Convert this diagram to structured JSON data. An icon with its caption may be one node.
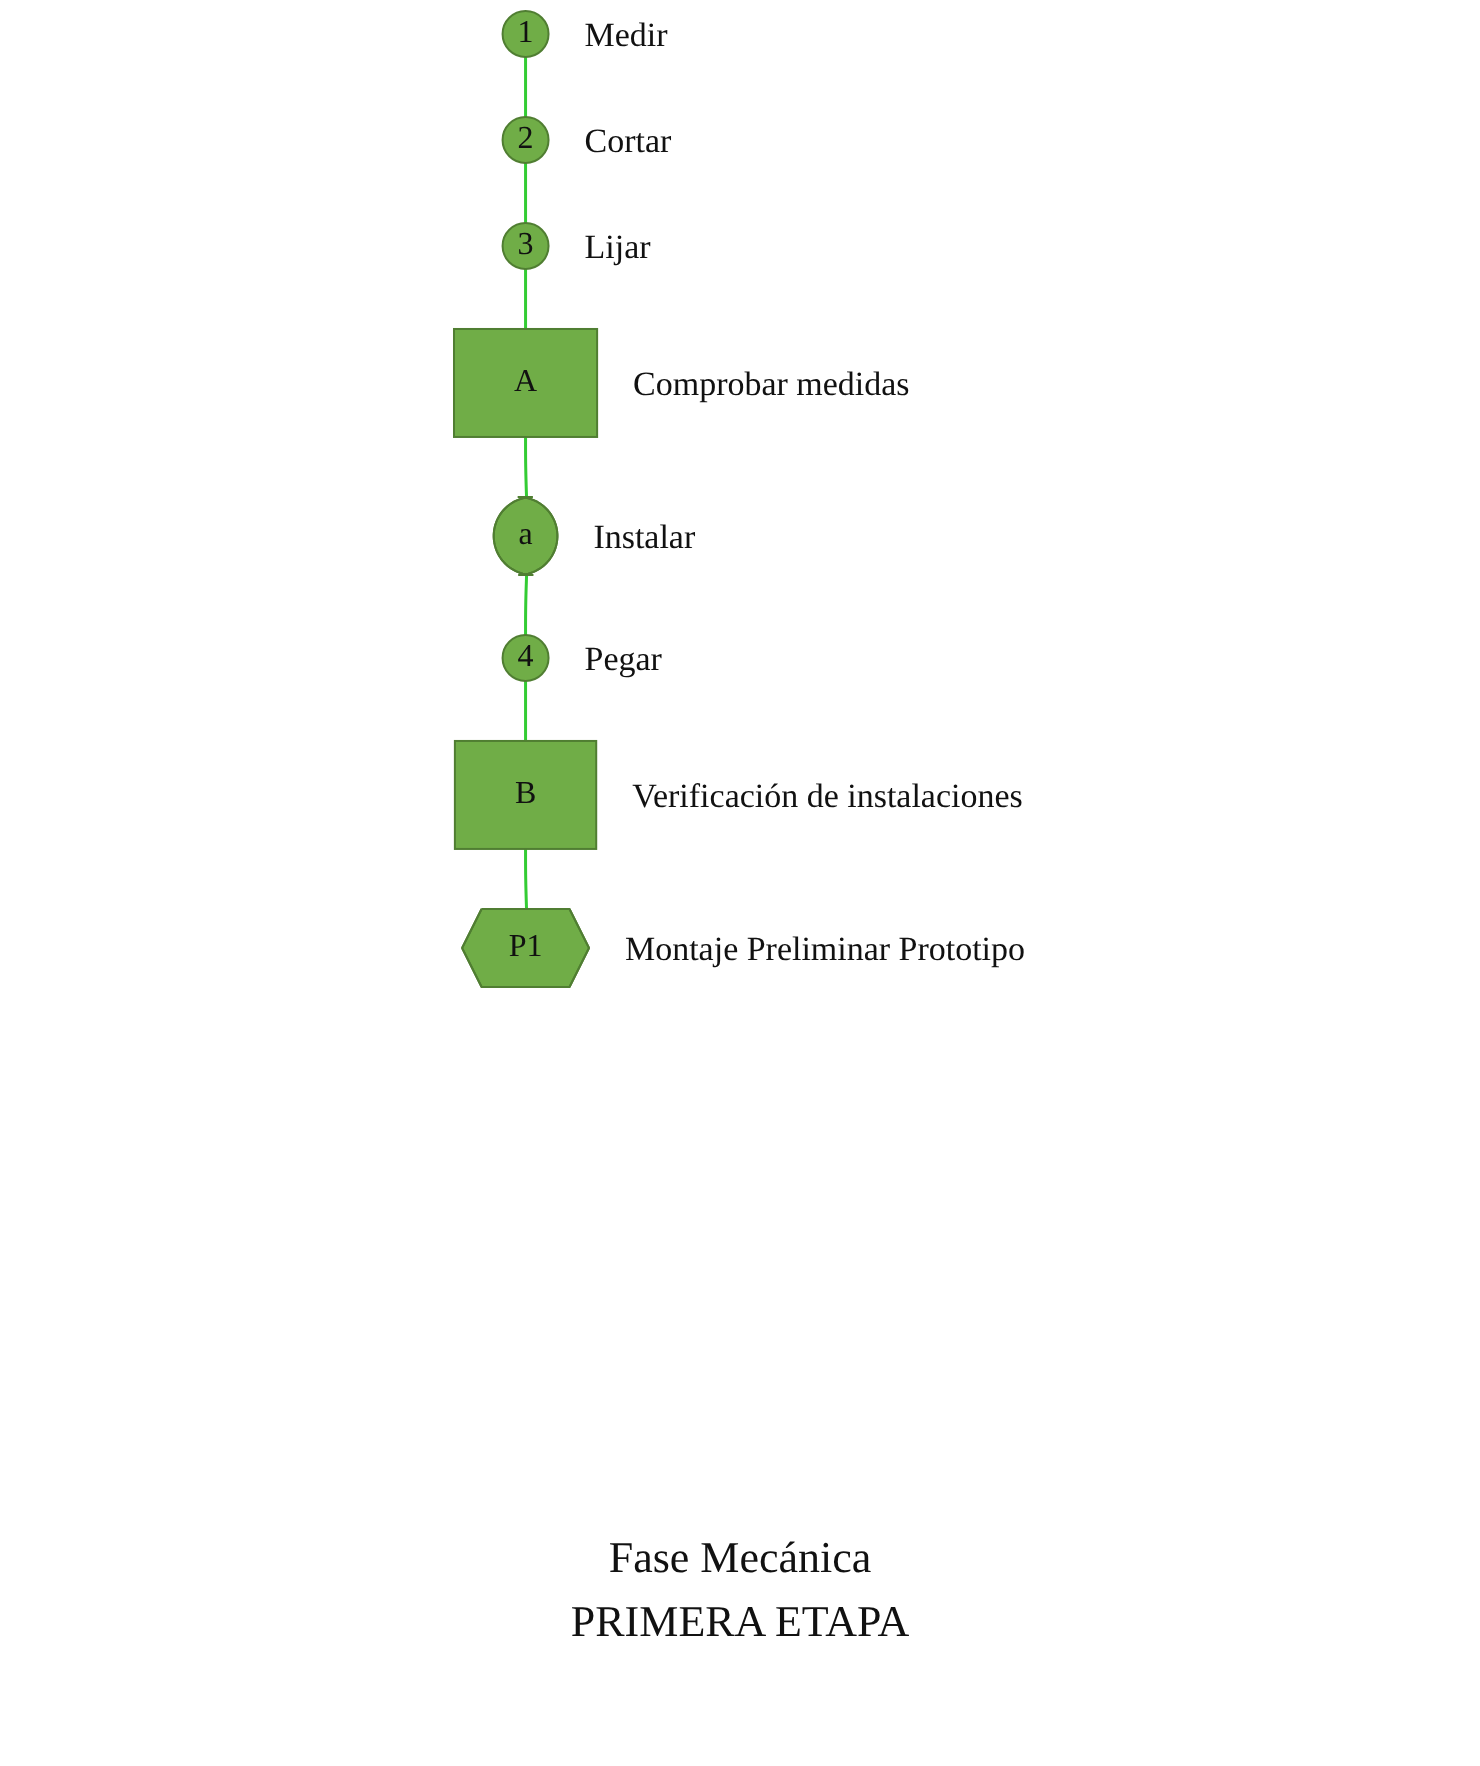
{
  "diagram": {
    "nodes": [
      {
        "text": [
          "1"
        ],
        "beside": [
          "Medir"
        ]
      },
      {
        "text": [
          "2"
        ],
        "beside": [
          "Cortar"
        ]
      },
      {
        "text": [
          "3"
        ],
        "beside": [
          "Lijar"
        ]
      },
      {
        "text": [
          "A"
        ],
        "beside": [
          "Comprobar medidas"
        ]
      },
      {
        "text": [
          "a"
        ],
        "beside": [
          "Instalar"
        ]
      },
      {
        "text": [
          "4"
        ],
        "beside": [
          "Pegar"
        ]
      },
      {
        "text": [
          "B"
        ],
        "beside": [
          "Verificación de  instalaciones"
        ]
      },
      {
        "text": [
          "P1"
        ],
        "beside": [
          "Montaje Preliminar Prototipo"
        ]
      }
    ],
    "edges": [
      {
        "from": 0,
        "to": 1,
        "arrow": "none"
      },
      {
        "from": 1,
        "to": 2,
        "arrow": "none"
      },
      {
        "from": 2,
        "to": 3,
        "arrow": "none"
      },
      {
        "from": 3,
        "to": 4,
        "arrow": "none"
      },
      {
        "from": 4,
        "to": 5,
        "arrow": "none"
      },
      {
        "from": 5,
        "to": 6,
        "arrow": "none"
      },
      {
        "from": 6,
        "to": 7,
        "arrow": "none"
      }
    ],
    "labels": [
      "Fase Mecánica",
      "PRIMERA ETAPA"
    ]
  }
}
